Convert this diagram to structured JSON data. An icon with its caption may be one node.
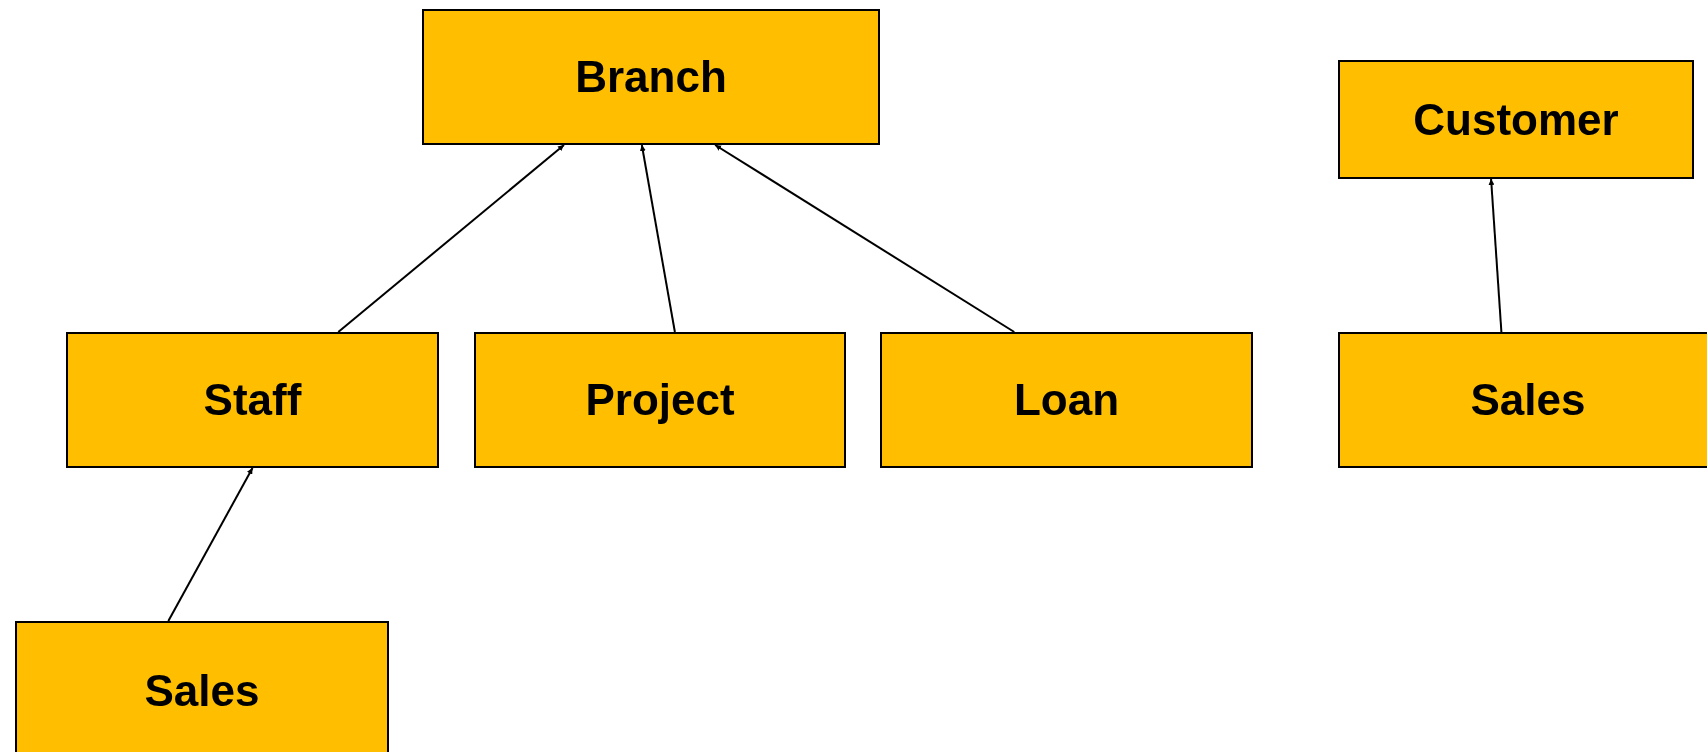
{
  "diagram": {
    "nodes": [
      {
        "text": [
          "Branch"
        ]
      },
      {
        "text": [
          "Customer"
        ]
      },
      {
        "text": [
          "Staff"
        ]
      },
      {
        "text": [
          "Project"
        ]
      },
      {
        "text": [
          "Loan"
        ]
      },
      {
        "text": [
          "Sales"
        ]
      },
      {
        "text": [
          "Sales"
        ]
      }
    ],
    "edges": [
      {
        "from": 2,
        "to": 0,
        "arrow": "to"
      },
      {
        "from": 3,
        "to": 0,
        "arrow": "to"
      },
      {
        "from": 4,
        "to": 0,
        "arrow": "to"
      },
      {
        "from": 5,
        "to": 1,
        "arrow": "to"
      },
      {
        "from": 6,
        "to": 2,
        "arrow": "to"
      }
    ]
  }
}
